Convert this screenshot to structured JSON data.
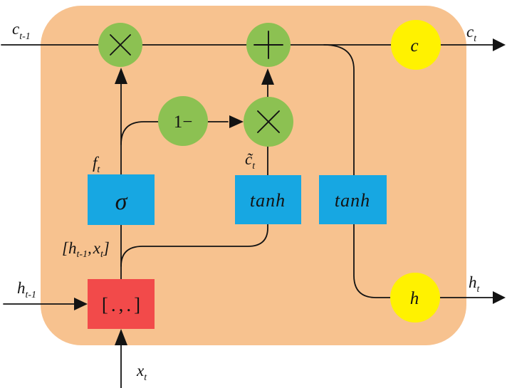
{
  "colors": {
    "cell_background": "#F7C28F",
    "gate_box_blue": "#17A7E2",
    "concat_box_red": "#F24A4A",
    "operator_circle_green": "#8CC152",
    "state_circle_yellow": "#FFF200",
    "wire_black": "#131313"
  },
  "icons": {
    "multiply_symbol": "×",
    "plus_symbol": "+"
  },
  "nodes": {
    "one_minus": {
      "label": "1−"
    },
    "sigmoid_gate": {
      "label": "σ"
    },
    "candidate_tanh": {
      "label": "tanh"
    },
    "output_tanh": {
      "label": "tanh"
    },
    "concat": {
      "label": "[.,.]"
    },
    "cell_state": {
      "label": "c"
    },
    "hidden_state": {
      "label": "h"
    }
  },
  "labels": {
    "cell_input_prev": {
      "base": "c",
      "sub": "t-1"
    },
    "cell_output": {
      "base": "c",
      "sub": "t"
    },
    "hidden_input_prev": {
      "base": "h",
      "sub": "t-1"
    },
    "hidden_output": {
      "base": "h",
      "sub": "t"
    },
    "x_input": {
      "base": "x",
      "sub": "t"
    },
    "forget_gate": {
      "base": "f",
      "sub": "t"
    },
    "candidate": {
      "base": "c̃",
      "sub": "t"
    },
    "concat_vector": {
      "open": "[",
      "h_base": "h",
      "h_sub": "t-1",
      "comma": ",",
      "x_base": "x",
      "x_sub": "t",
      "close": "]"
    }
  }
}
